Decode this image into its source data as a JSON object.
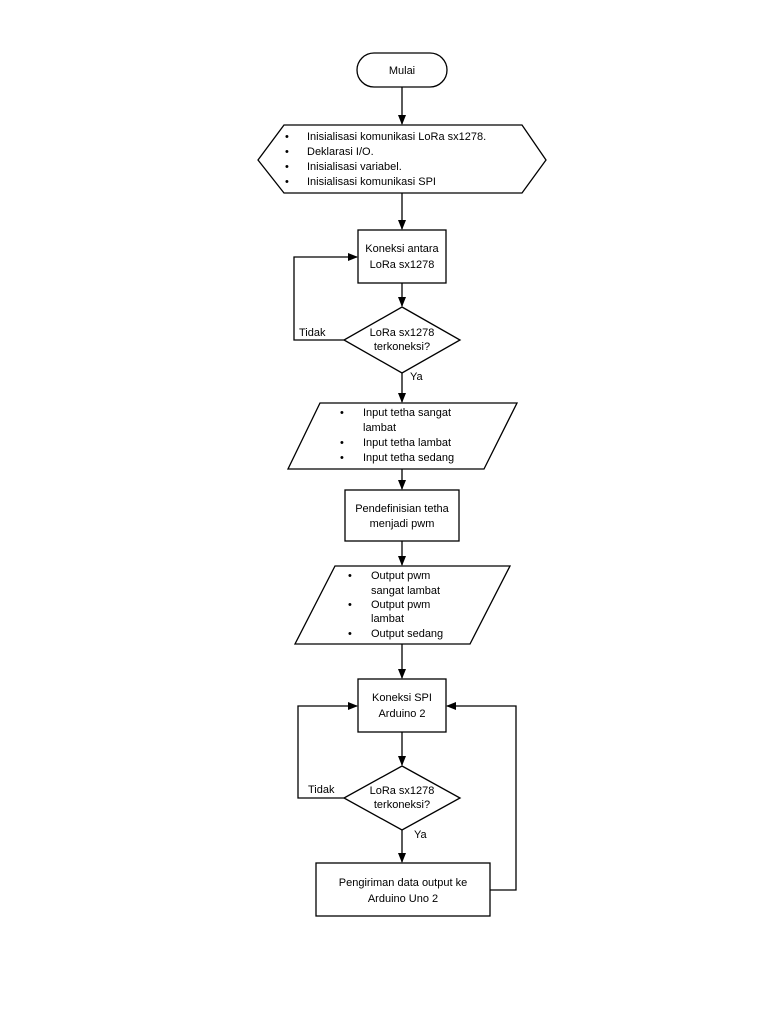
{
  "flowchart": {
    "start": "Mulai",
    "init_items": [
      "Inisialisasi komunikasi LoRa sx1278.",
      "Deklarasi I/O.",
      "Inisialisasi variabel.",
      "Inisialisasi komunikasi SPI"
    ],
    "process_lora_line1": "Koneksi antara",
    "process_lora_line2": "LoRa  sx1278",
    "decision1_line1": "LoRa sx1278",
    "decision1_line2": "terkoneksi?",
    "decision1_no": "Tidak",
    "decision1_yes": "Ya",
    "input_items": [
      "Input tetha sangat",
      "lambat",
      "Input tetha lambat",
      "Input tetha sedang"
    ],
    "process_pwm_line1": "Pendefinisian tetha",
    "process_pwm_line2": "menjadi pwm",
    "output_items": [
      "Output pwm",
      "sangat lambat",
      "Output pwm",
      "lambat",
      "Output sedang"
    ],
    "process_spi_line1": "Koneksi SPI",
    "process_spi_line2": "Arduino 2",
    "decision2_line1": "LoRa sx1278",
    "decision2_line2": "terkoneksi?",
    "decision2_no": "Tidak",
    "decision2_yes": "Ya",
    "process_send_line1": "Pengiriman data output ke",
    "process_send_line2": "Arduino Uno 2"
  }
}
